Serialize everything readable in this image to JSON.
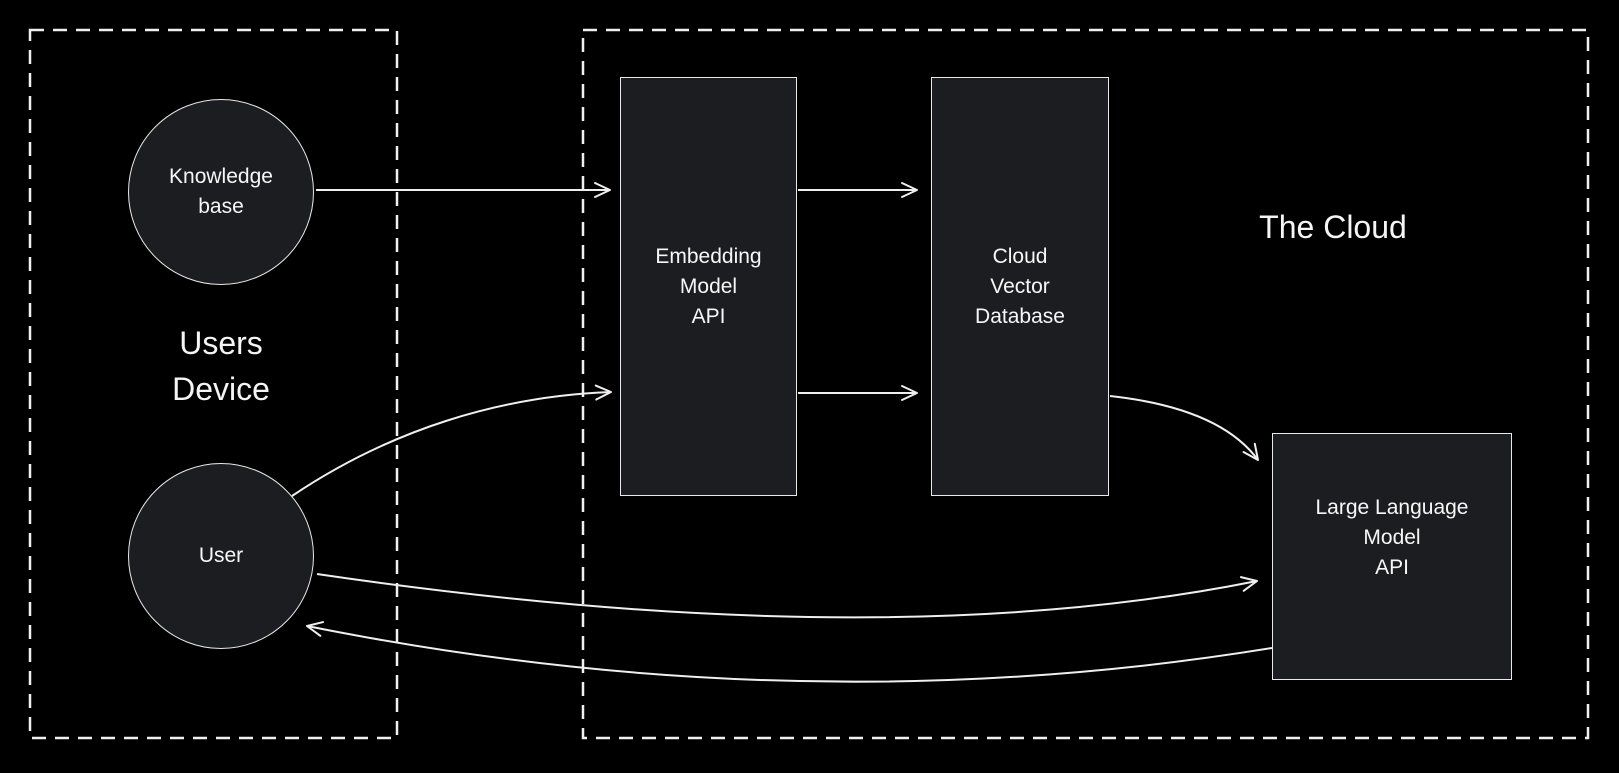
{
  "canvas": {
    "background": "#000000",
    "line_color": "#efefef",
    "node_fill": "#1b1d21",
    "node_border": "#e9e9e9",
    "text_color": "#f7f7f7"
  },
  "groups": {
    "users_device": {
      "line1": "Users",
      "line2": "Device"
    },
    "the_cloud": {
      "label": "The Cloud"
    }
  },
  "nodes": {
    "knowledge_base": {
      "line1": "Knowledge",
      "line2": "base"
    },
    "user": {
      "label": "User"
    },
    "embedding_model_api": {
      "line1": "Embedding",
      "line2": "Model",
      "line3": "API"
    },
    "cloud_vector_database": {
      "line1": "Cloud",
      "line2": "Vector",
      "line3": "Database"
    },
    "large_language_model_api": {
      "line1": "Large Language",
      "line2": "Model",
      "line3": "API"
    }
  },
  "edges": [
    {
      "from": "knowledge_base",
      "to": "embedding_model_api",
      "position": "top"
    },
    {
      "from": "embedding_model_api",
      "to": "cloud_vector_database",
      "position": "top"
    },
    {
      "from": "user",
      "to": "embedding_model_api",
      "position": "middle"
    },
    {
      "from": "embedding_model_api",
      "to": "cloud_vector_database",
      "position": "middle"
    },
    {
      "from": "cloud_vector_database",
      "to": "large_language_model_api",
      "position": "curve-down"
    },
    {
      "from": "user",
      "to": "large_language_model_api",
      "position": "bottom-forward"
    },
    {
      "from": "large_language_model_api",
      "to": "user",
      "position": "bottom-return"
    }
  ]
}
